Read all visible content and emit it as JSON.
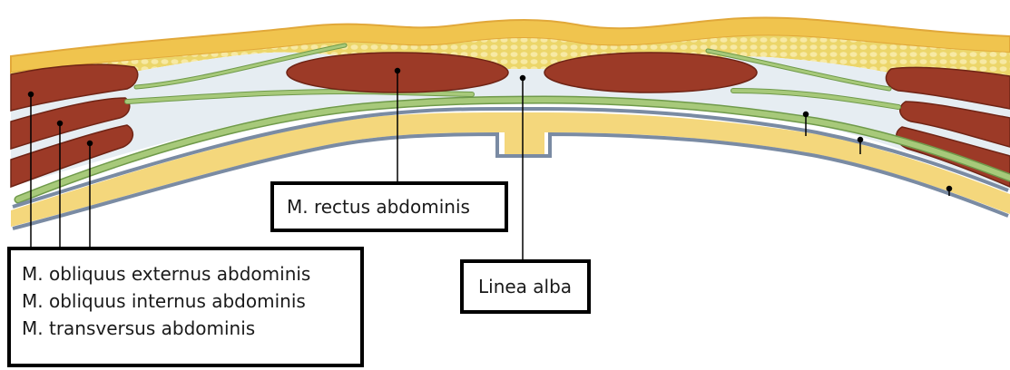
{
  "labels": {
    "obliquus_externus": "M. obliquus externus abdominis",
    "obliquus_internus": "M. obliquus internus abdominis",
    "transversus": "M. transversus abdominis",
    "rectus": "M. rectus abdominis",
    "linea_alba": "Linea alba"
  },
  "colors": {
    "skin": "#f0c44e",
    "skin_edge": "#e1a83a",
    "subcutaneous_fat": "#ecd66a",
    "fat_dot": "#f7e9a4",
    "fascia": "#e6edf2",
    "aponeurosis": "#a7c97a",
    "aponeurosis_edge": "#6f9a4a",
    "muscle": "#9c3a27",
    "muscle_edge": "#6f2415",
    "peritoneum": "#7a8ba3",
    "preperitoneal_fat": "#f4d77c",
    "leader_line": "#000000"
  }
}
